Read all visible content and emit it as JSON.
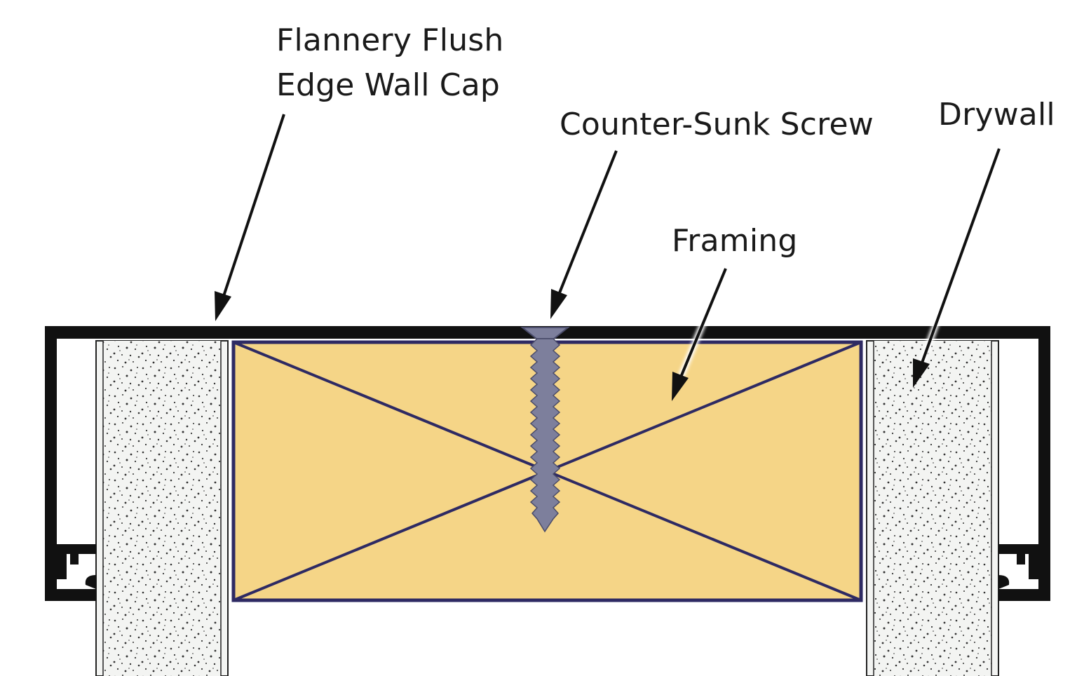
{
  "labels": {
    "wall_cap_line1": "Flannery Flush",
    "wall_cap_line2": "Edge Wall Cap",
    "screw": "Counter-Sunk Screw",
    "drywall": "Drywall",
    "framing": "Framing"
  },
  "colors": {
    "cap_profile": "#111111",
    "framing_fill": "#f5d587",
    "framing_stroke": "#2e2a63",
    "drywall_fill": "#f3f4f2",
    "drywall_speckle": "#333333",
    "screw_fill": "#7d7f9c",
    "screw_stroke": "#4a4c6a",
    "arrow": "#111111",
    "text": "#1a1a1a"
  }
}
